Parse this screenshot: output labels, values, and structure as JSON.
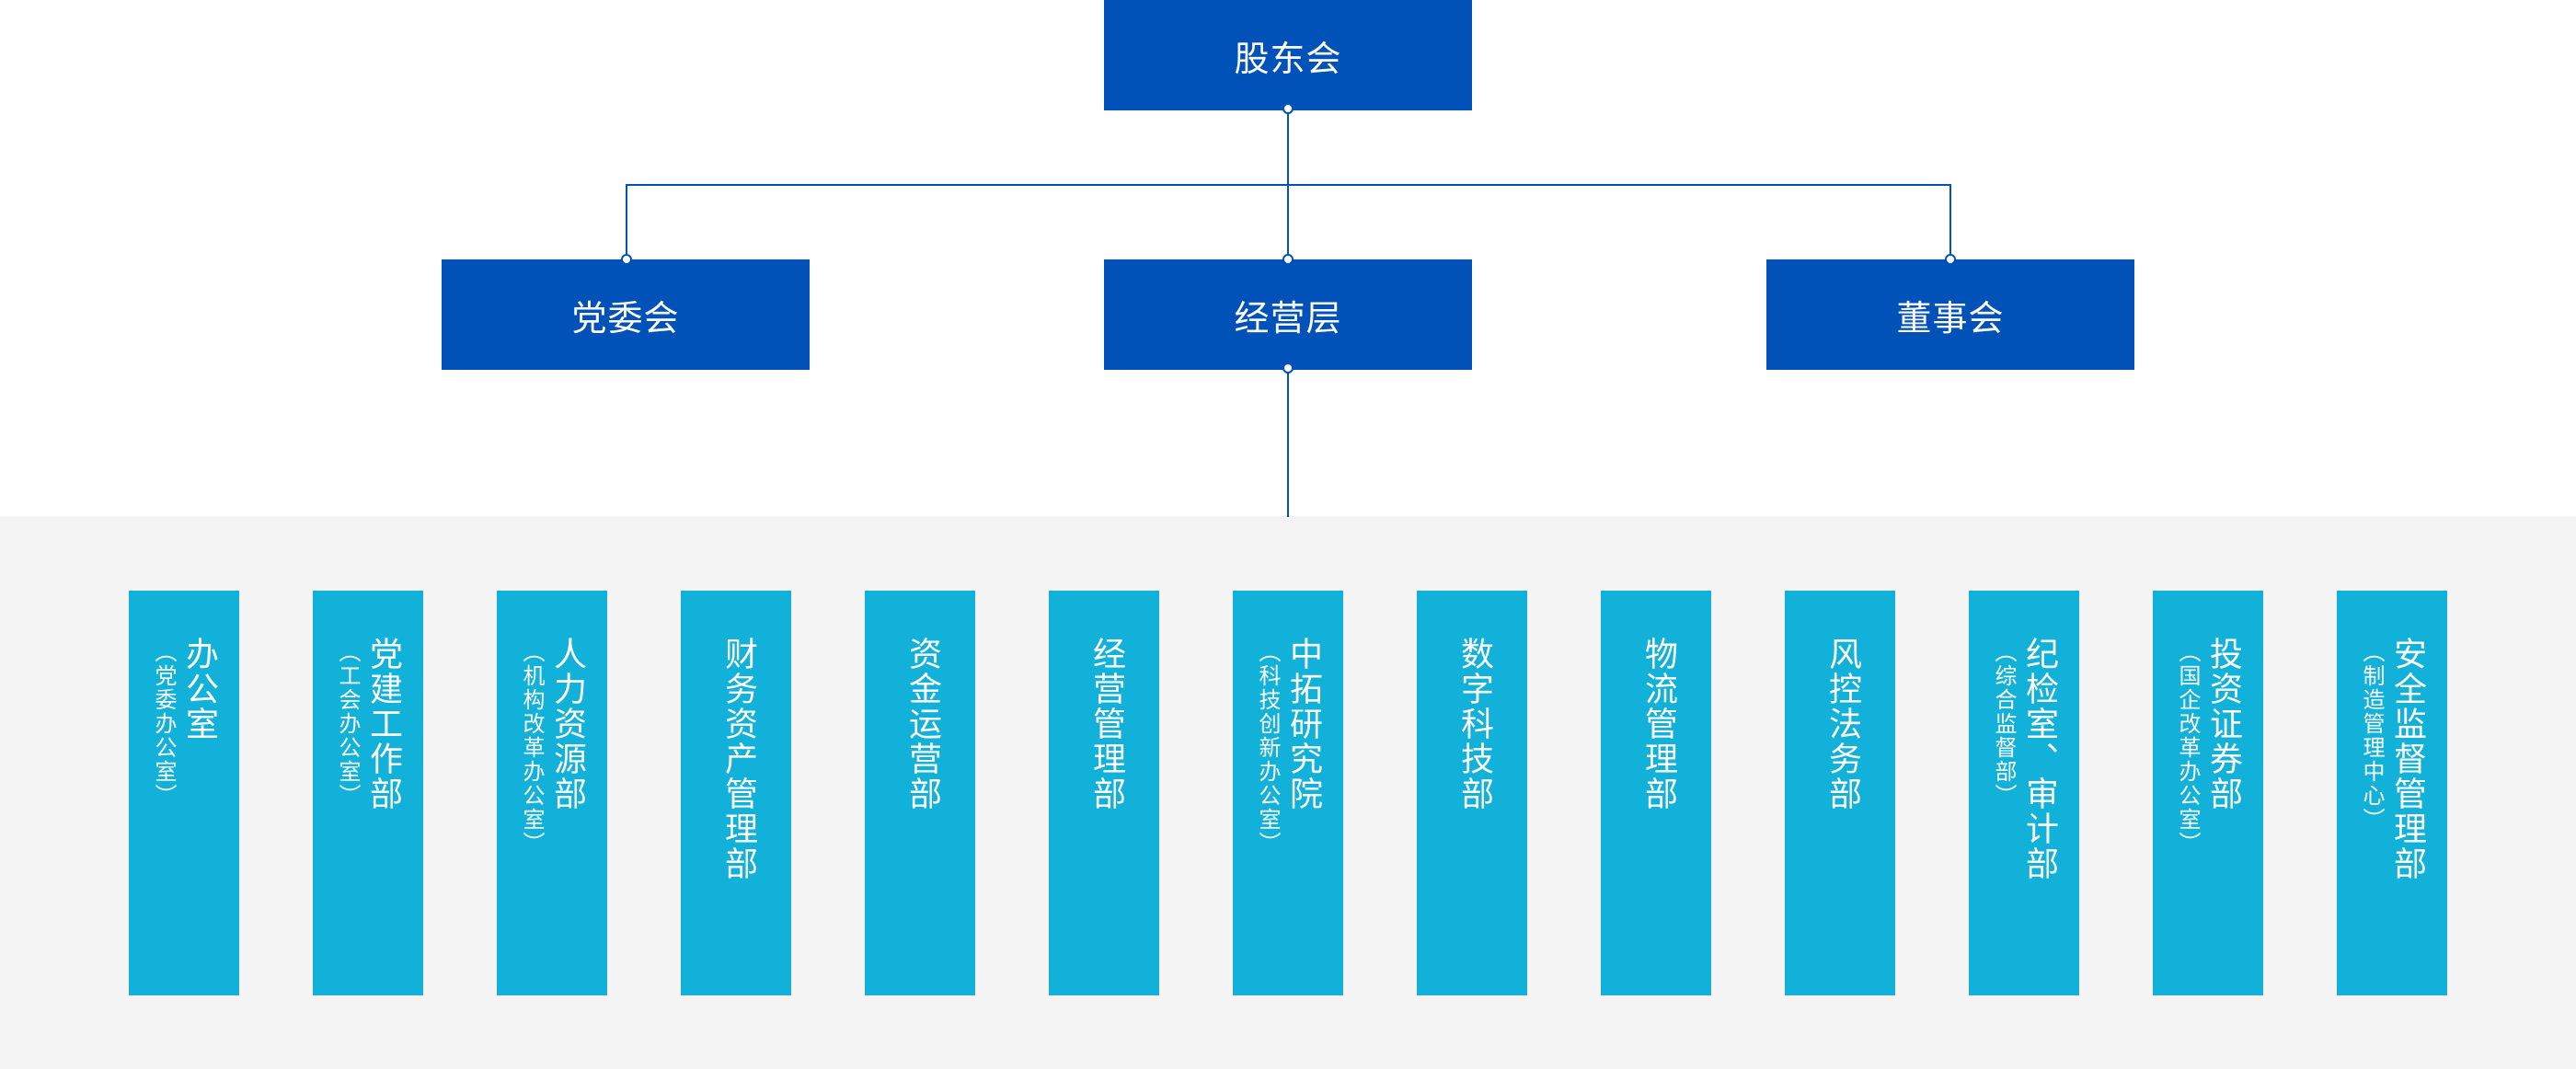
{
  "top": {
    "shareholders": "股东会",
    "party_committee": "党委会",
    "management": "经营层",
    "board": "董事会"
  },
  "colors": {
    "primary_box": "#0052b8",
    "dept_box": "#12b1d9",
    "band": "#f4f4f4"
  },
  "departments": [
    {
      "name": "办公室",
      "sub": "（党委办公室）"
    },
    {
      "name": "党建工作部",
      "sub": "（工会办公室）"
    },
    {
      "name": "人力资源部",
      "sub": "（机构改革办公室）"
    },
    {
      "name": "财务资产管理部",
      "sub": ""
    },
    {
      "name": "资金运营部",
      "sub": ""
    },
    {
      "name": "经营管理部",
      "sub": ""
    },
    {
      "name": "中拓研究院",
      "sub": "（科技创新办公室）"
    },
    {
      "name": "数字科技部",
      "sub": ""
    },
    {
      "name": "物流管理部",
      "sub": ""
    },
    {
      "name": "风控法务部",
      "sub": ""
    },
    {
      "name": "纪检室、审计部",
      "sub": "（综合监督部）"
    },
    {
      "name": "投资证券部",
      "sub": "（国企改革办公室）"
    },
    {
      "name": "安全监督管理部",
      "sub": "（制造管理中心）"
    }
  ]
}
